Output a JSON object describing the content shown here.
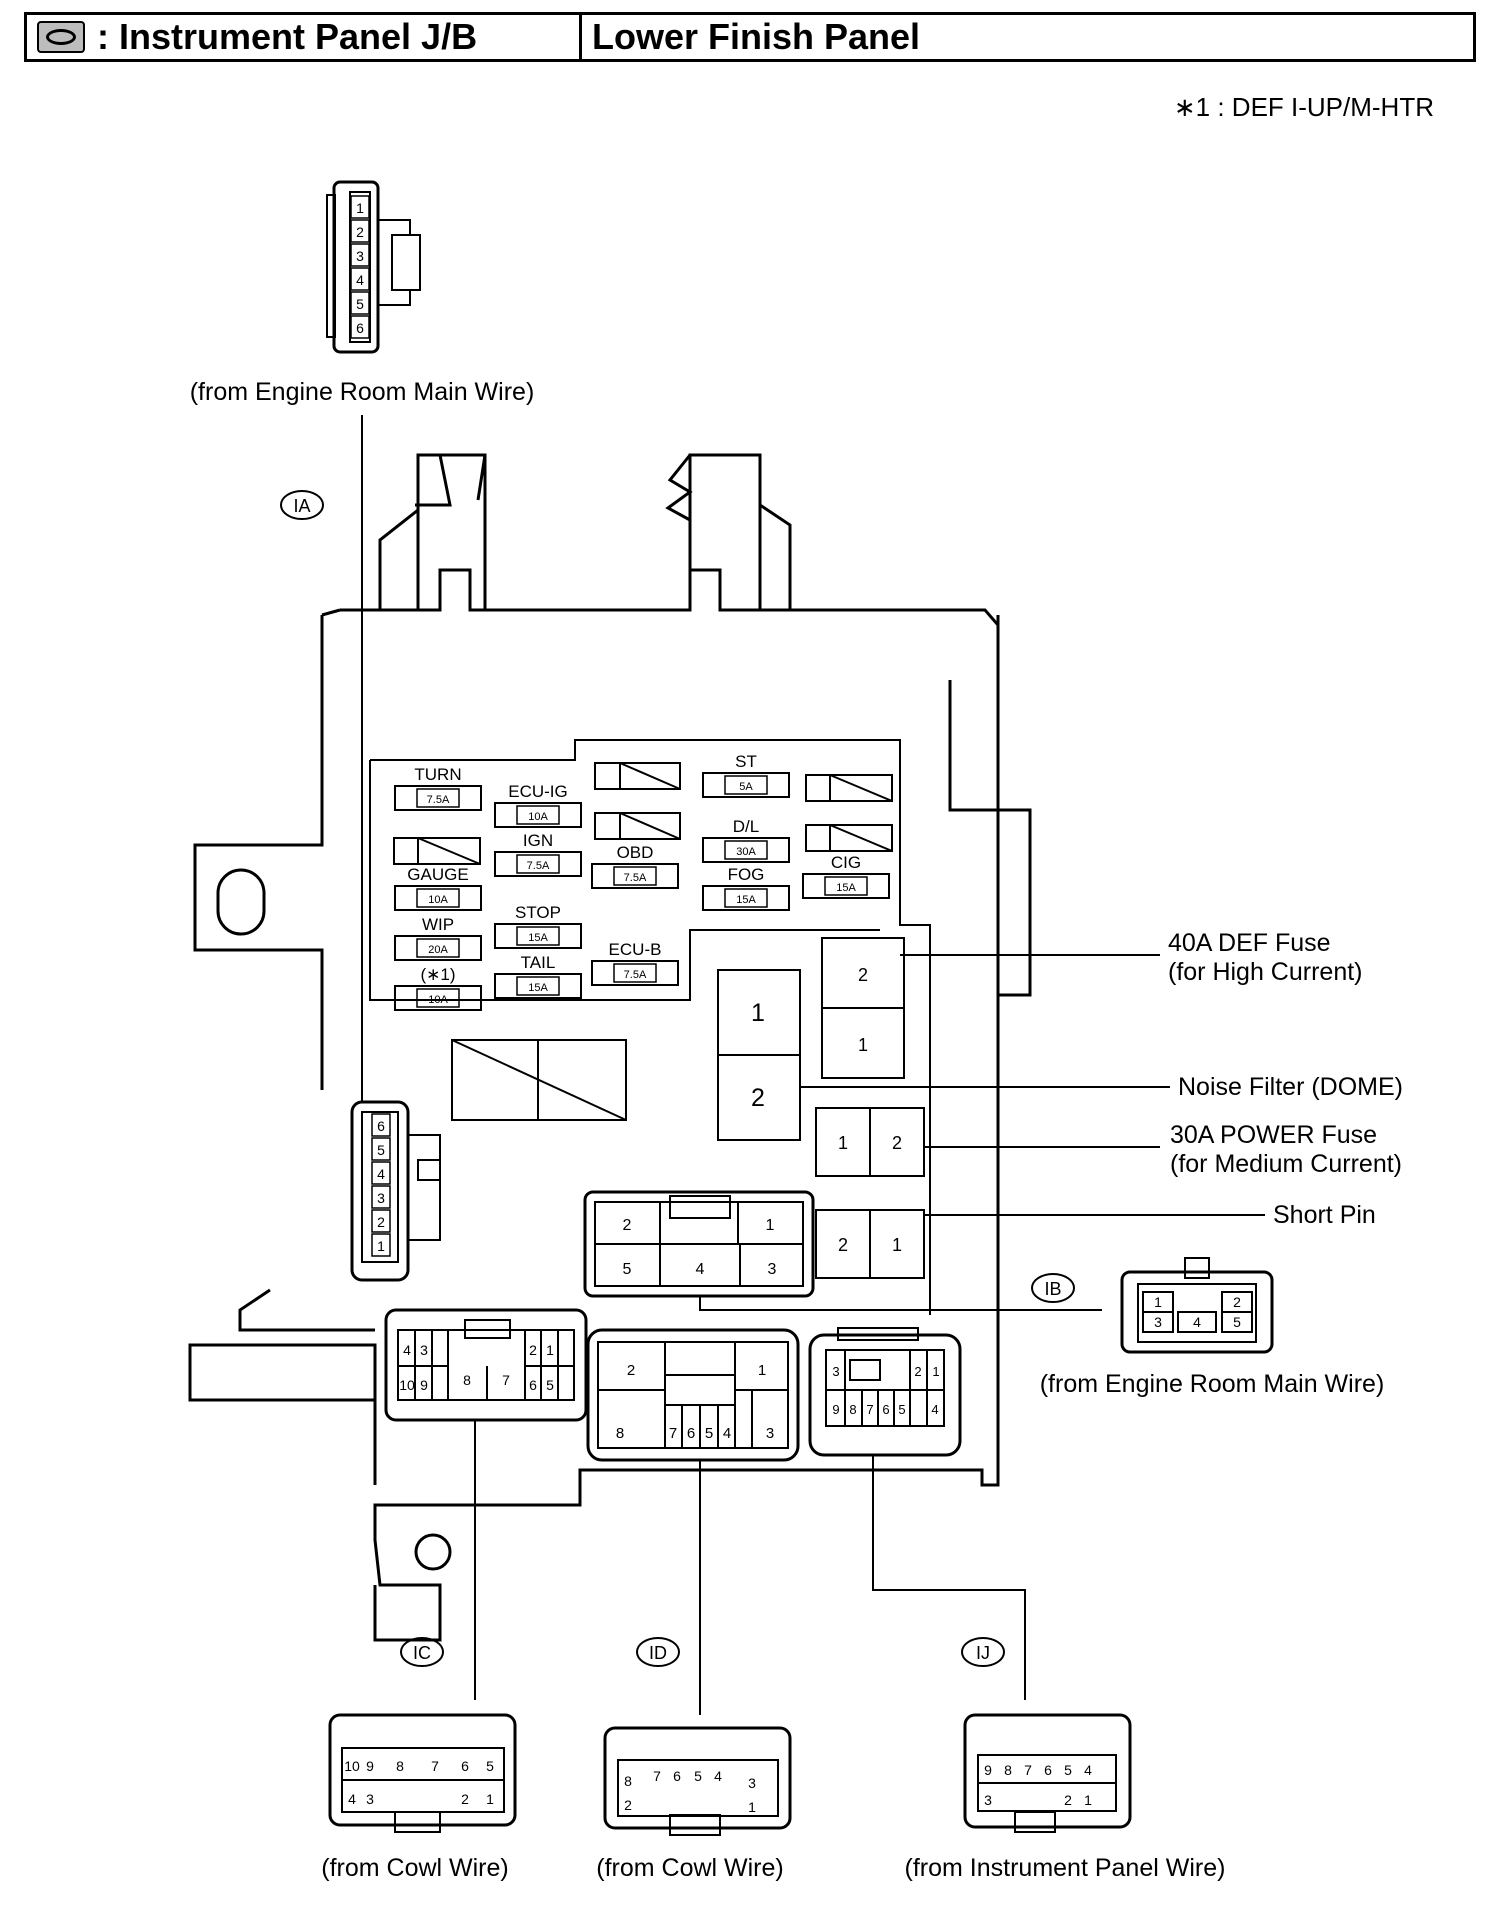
{
  "header": {
    "title_left": ": Instrument Panel J/B",
    "title_right": "Lower Finish Panel",
    "legend_icon": "oval-symbol-icon"
  },
  "note": "∗1 : DEF I-UP/M-HTR",
  "connectors": {
    "IA": {
      "tag": "IA",
      "caption": "(from Engine Room Main Wire)",
      "pins": [
        "1",
        "2",
        "3",
        "4",
        "5",
        "6"
      ]
    },
    "IB": {
      "tag": "IB",
      "caption": "(from Engine Room Main Wire)",
      "pins": [
        "1",
        "2",
        "3",
        "4",
        "5"
      ]
    },
    "IC": {
      "tag": "IC",
      "caption": "(from Cowl Wire)",
      "pins": [
        "10",
        "9",
        "8",
        "7",
        "6",
        "5",
        "4",
        "3",
        "2",
        "1"
      ]
    },
    "ID": {
      "tag": "ID",
      "caption": "(from Cowl Wire)",
      "pins": [
        "8",
        "7",
        "6",
        "5",
        "4",
        "3",
        "2",
        "1"
      ]
    },
    "IJ": {
      "tag": "IJ",
      "caption": "(from Instrument Panel Wire)",
      "pins": [
        "9",
        "8",
        "7",
        "6",
        "5",
        "4",
        "3",
        "2",
        "1"
      ]
    }
  },
  "fuses": [
    {
      "name": "TURN",
      "rating": "7.5A"
    },
    {
      "name": "ECU-IG",
      "rating": "10A"
    },
    {
      "name": "ST",
      "rating": "5A"
    },
    {
      "name": "IGN",
      "rating": "7.5A"
    },
    {
      "name": "OBD",
      "rating": "7.5A"
    },
    {
      "name": "D/L",
      "rating": "30A"
    },
    {
      "name": "GAUGE",
      "rating": "10A"
    },
    {
      "name": "FOG",
      "rating": "15A"
    },
    {
      "name": "CIG",
      "rating": "15A"
    },
    {
      "name": "WIP",
      "rating": "20A"
    },
    {
      "name": "STOP",
      "rating": "15A"
    },
    {
      "name": "(∗1)",
      "rating": "10A"
    },
    {
      "name": "TAIL",
      "rating": "15A"
    },
    {
      "name": "ECU-B",
      "rating": "7.5A"
    }
  ],
  "callouts": {
    "def_fuse_1": "40A DEF Fuse",
    "def_fuse_2": "(for High Current)",
    "noise_filter": "Noise Filter (DOME)",
    "power_fuse_1": "30A POWER Fuse",
    "power_fuse_2": "(for Medium Current)",
    "short_pin": "Short Pin"
  },
  "block_pins": {
    "def": [
      "2",
      "1"
    ],
    "relay": [
      "1",
      "2"
    ],
    "power": [
      "1",
      "2"
    ],
    "short": [
      "2",
      "1"
    ],
    "ib_socket": [
      "2",
      "1",
      "5",
      "4",
      "3"
    ],
    "ic_socket": [
      "4",
      "3",
      "2",
      "1",
      "10",
      "9",
      "8",
      "7",
      "6",
      "5"
    ],
    "id_socket": [
      "2",
      "1",
      "8",
      "7",
      "6",
      "5",
      "4",
      "3"
    ],
    "ij_socket": [
      "3",
      "2",
      "1",
      "9",
      "8",
      "7",
      "6",
      "5",
      "4"
    ],
    "ia_socket": [
      "6",
      "5",
      "4",
      "3",
      "2",
      "1"
    ]
  },
  "colors": {
    "line": "#000000",
    "legend_fill": "#bdbdbd",
    "background": "#ffffff"
  }
}
